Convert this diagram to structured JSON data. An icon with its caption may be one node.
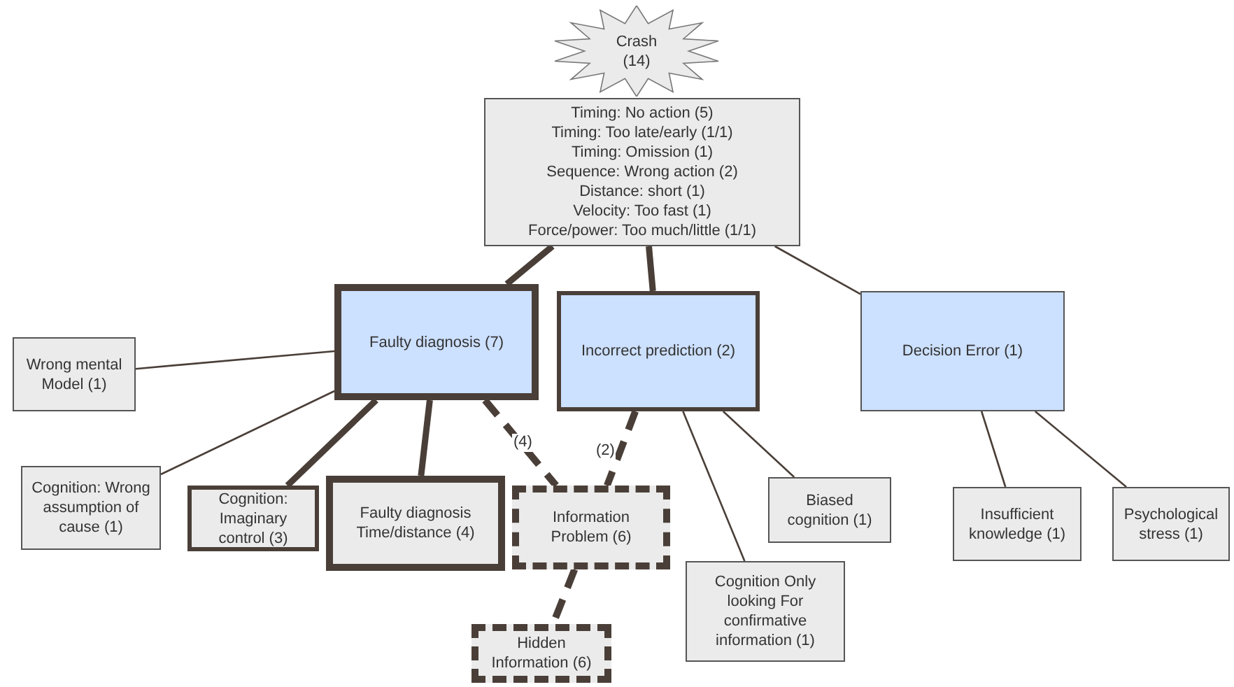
{
  "diagram": {
    "nodes": [
      {
        "text": [
          "Crash (14)"
        ]
      },
      {
        "text": [
          "Timing: No action (5)",
          "Timing: Too late/early (1/1)",
          "Timing: Omission (1)",
          "Sequence: Wrong action (2)",
          "Distance: short (1)",
          "Velocity: Too fast (1)",
          "Force/power: Too much/little (1/1)"
        ]
      },
      {
        "text": [
          "Faulty diagnosis (7)"
        ]
      },
      {
        "text": [
          "Incorrect prediction (2)"
        ]
      },
      {
        "text": [
          "Decision Error (1)"
        ]
      },
      {
        "text": [
          "Wrong mental Model (1)"
        ]
      },
      {
        "text": [
          "Cognition: Wrong assumption of cause (1)"
        ]
      },
      {
        "text": [
          "Cognition: Imaginary control (3)"
        ]
      },
      {
        "text": [
          "Faulty diagnosis Time/distance (4)"
        ]
      },
      {
        "text": [
          "Information Problem (6)"
        ]
      },
      {
        "text": [
          "Hidden Information (6)"
        ]
      },
      {
        "text": [
          "Cognition Only looking For confirmative information (1)"
        ]
      },
      {
        "text": [
          "Biased cognition (1)"
        ]
      },
      {
        "text": [
          "Insufficient knowledge (1)"
        ]
      },
      {
        "text": [
          "Psychological stress (1)"
        ]
      }
    ],
    "edges": [
      {
        "from": 1,
        "to": 2,
        "arrow": "none",
        "style": "thick"
      },
      {
        "from": 1,
        "to": 3,
        "arrow": "none",
        "style": "thick"
      },
      {
        "from": 1,
        "to": 4,
        "arrow": "none"
      },
      {
        "from": 2,
        "to": 5,
        "arrow": "none"
      },
      {
        "from": 2,
        "to": 6,
        "arrow": "none"
      },
      {
        "from": 2,
        "to": 7,
        "arrow": "none",
        "style": "thick"
      },
      {
        "from": 2,
        "to": 8,
        "arrow": "none",
        "style": "thick"
      },
      {
        "from": 2,
        "to": 9,
        "arrow": "none",
        "style": "dashed",
        "label": "(4)"
      },
      {
        "from": 3,
        "to": 9,
        "arrow": "none",
        "style": "dashed",
        "label": "(2)"
      },
      {
        "from": 9,
        "to": 10,
        "arrow": "none",
        "style": "dashed"
      },
      {
        "from": 3,
        "to": 11,
        "arrow": "none"
      },
      {
        "from": 3,
        "to": 12,
        "arrow": "none"
      },
      {
        "from": 4,
        "to": 13,
        "arrow": "none"
      },
      {
        "from": 4,
        "to": 14,
        "arrow": "none"
      }
    ]
  }
}
